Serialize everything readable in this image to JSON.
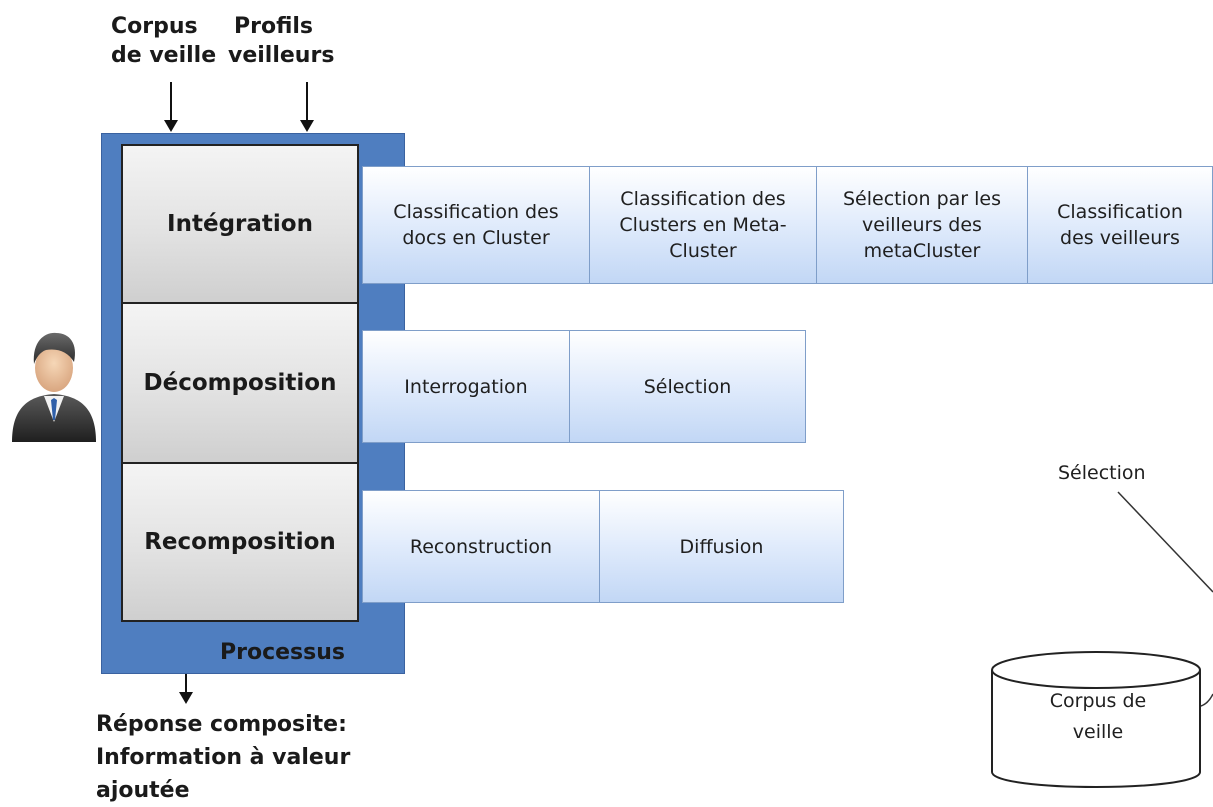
{
  "inputs": {
    "corpus_line1": "Corpus",
    "corpus_line2": "de veille",
    "profils_line1": "Profils",
    "profils_line2": "veilleurs"
  },
  "process": {
    "label": "Processus",
    "stages": [
      "Intégration",
      "Décomposition",
      "Recomposition"
    ]
  },
  "integration_steps": [
    {
      "line1": "Classification des",
      "line2": "docs en Cluster",
      "line3": ""
    },
    {
      "line1": "Classification des",
      "line2": "Clusters en Meta-",
      "line3": "Cluster"
    },
    {
      "line1": "Sélection par les",
      "line2": "veilleurs des",
      "line3": "metaCluster"
    },
    {
      "line1": "Classification",
      "line2": "des veilleurs",
      "line3": ""
    }
  ],
  "decomposition_steps": [
    "Interrogation",
    "Sélection"
  ],
  "recomposition_steps": [
    "Reconstruction",
    "Diffusion"
  ],
  "output": {
    "line1": "Réponse composite:",
    "line2": "Information à valeur",
    "line3": "ajoutée"
  },
  "right_side": {
    "selection_label": "Sélection",
    "corpus_line1": "Corpus de",
    "corpus_line2": "veille"
  },
  "colors": {
    "process_blue": "#4f7ec0",
    "step_gradient_bottom": "#c2d7f5"
  }
}
